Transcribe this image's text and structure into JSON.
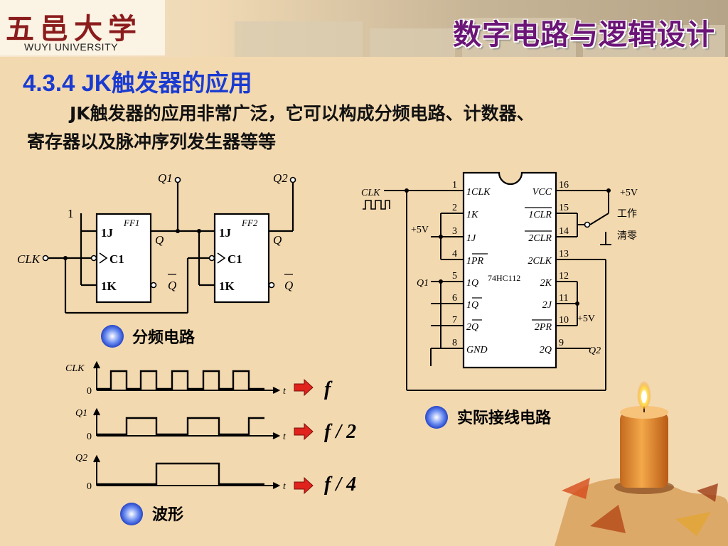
{
  "header": {
    "logo_cn": "五邑大学",
    "logo_en": "WUYI UNIVERSITY",
    "course_title": "数字电路与逻辑设计"
  },
  "section": {
    "title": "4.3.4 JK触发器的应用",
    "para_line1": "JK触发器的应用非常广泛，它可以构成分频电路、计数器、",
    "para_line2": "寄存器以及脉冲序列发生器等等"
  },
  "divider_circuit": {
    "caption": "分频电路",
    "clk": "CLK",
    "one": "1",
    "ff1": {
      "name": "FF1",
      "j": "1J",
      "c": "C1",
      "k": "1K",
      "q": "Q",
      "qbar": "Q",
      "out": "Q1"
    },
    "ff2": {
      "name": "FF2",
      "j": "1J",
      "c": "C1",
      "k": "1K",
      "q": "Q",
      "qbar": "Q",
      "out": "Q2"
    }
  },
  "actual_circuit": {
    "caption": "实际接线电路",
    "chip": "74HC112",
    "clk": "CLK",
    "plus5v_top": "+5V",
    "plus5v_left": "+5V",
    "plus5v_right": "+5V",
    "switch_work": "工作",
    "switch_clear": "清零",
    "q1": "Q1",
    "q2": "Q2",
    "pins_left": [
      {
        "num": "1",
        "name": "1CLK"
      },
      {
        "num": "2",
        "name": "1K"
      },
      {
        "num": "3",
        "name": "1J"
      },
      {
        "num": "4",
        "name": "1PR"
      },
      {
        "num": "5",
        "name": "1Q"
      },
      {
        "num": "6",
        "name": "1Q"
      },
      {
        "num": "7",
        "name": "2Q"
      },
      {
        "num": "8",
        "name": "GND"
      }
    ],
    "pins_right": [
      {
        "num": "16",
        "name": "VCC"
      },
      {
        "num": "15",
        "name": "1CLR"
      },
      {
        "num": "14",
        "name": "2CLR"
      },
      {
        "num": "13",
        "name": "2CLK"
      },
      {
        "num": "12",
        "name": "2K"
      },
      {
        "num": "11",
        "name": "2J"
      },
      {
        "num": "10",
        "name": "2PR"
      },
      {
        "num": "9",
        "name": "2Q"
      }
    ]
  },
  "waveform": {
    "caption": "波形",
    "clk": "CLK",
    "q1": "Q1",
    "q2": "Q2",
    "zero": "0",
    "t": "t",
    "freq_clk": "f",
    "freq_q1": "f / 2",
    "freq_q2": "f / 4"
  },
  "colors": {
    "title_blue": "#1a3bd1",
    "course_purple": "#6b1577",
    "arrow_red": "#e0231c",
    "logo_red": "#8b1c1c"
  },
  "icons": {
    "bullet": "blue-star-bullet-icon",
    "decoration": "candle-and-leaves-icon"
  }
}
